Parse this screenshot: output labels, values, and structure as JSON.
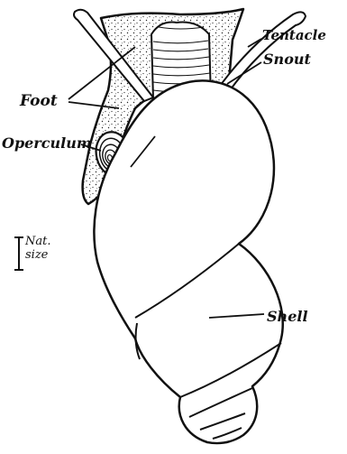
{
  "labels": {
    "tentacle": "Tentacle",
    "snout": "Snout",
    "foot": "Foot",
    "operculum": "Operculum",
    "shell": "Shell"
  },
  "scale": {
    "line1": "Nat.",
    "line2": "size"
  },
  "colors": {
    "ink": "#111111",
    "paper": "#ffffff",
    "stipple": "#222222"
  }
}
